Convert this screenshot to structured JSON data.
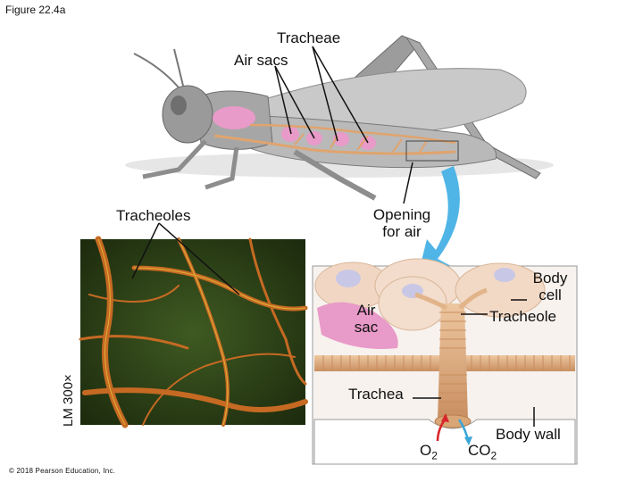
{
  "figure": {
    "label": "Figure 22.4a",
    "copyright": "© 2018 Pearson Education, Inc."
  },
  "labels": {
    "tracheae": "Tracheae",
    "air_sacs": "Air sacs",
    "tracheoles": "Tracheoles",
    "opening_line1": "Opening",
    "opening_line2": "for air",
    "air_sac_line1": "Air",
    "air_sac_line2": "sac",
    "body_cell_line1": "Body",
    "body_cell_line2": "cell",
    "tracheole": "Tracheole",
    "trachea": "Trachea",
    "body_wall": "Body wall",
    "o2": "O",
    "o2_sub": "2",
    "co2": "CO",
    "co2_sub": "2",
    "magnification": "LM 300×"
  },
  "colors": {
    "air_sac_pink": "#e89ac8",
    "tube_tan": "#e2b48a",
    "arrow_blue": "#4fb5e6",
    "o2_red": "#d8262b",
    "co2_blue": "#3aa6d8"
  }
}
